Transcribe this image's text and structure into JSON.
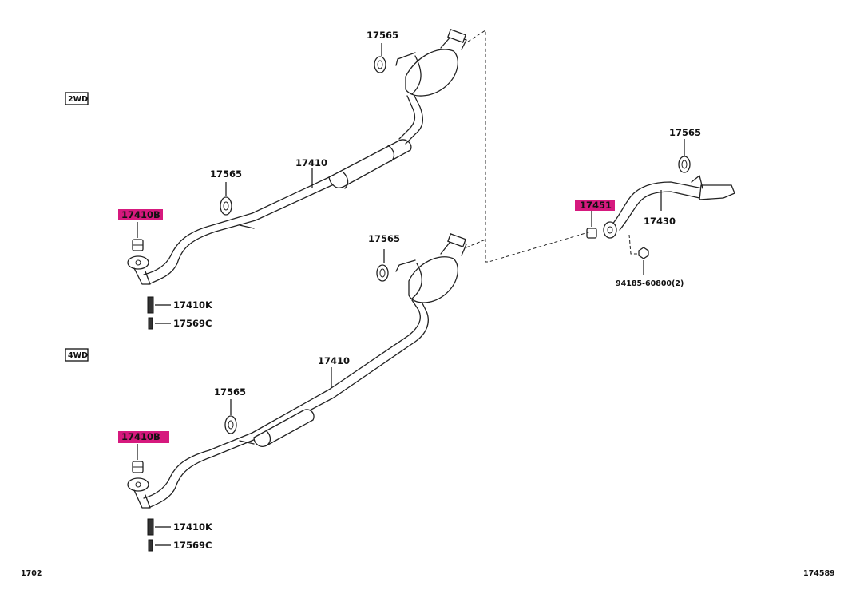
{
  "sections": [
    {
      "tag": "2WD"
    },
    {
      "tag": "4WD"
    }
  ],
  "labels": {
    "p17565_a": "17565",
    "p17565_b": "17565",
    "p17565_c": "17565",
    "p17565_d": "17565",
    "p17565_e": "17565",
    "p17410_a": "17410",
    "p17410_b": "17410",
    "p17410B_a": "17410B",
    "p17410B_b": "17410B",
    "p17410K_a": "17410K",
    "p17410K_b": "17410K",
    "p17569C_a": "17569C",
    "p17569C_b": "17569C",
    "p17451": "17451",
    "p17430": "17430",
    "bolt": "94185-60800(2)"
  },
  "highlight_color": "#d6197e",
  "footer": {
    "left_code": "1702",
    "right_code": "174589"
  }
}
